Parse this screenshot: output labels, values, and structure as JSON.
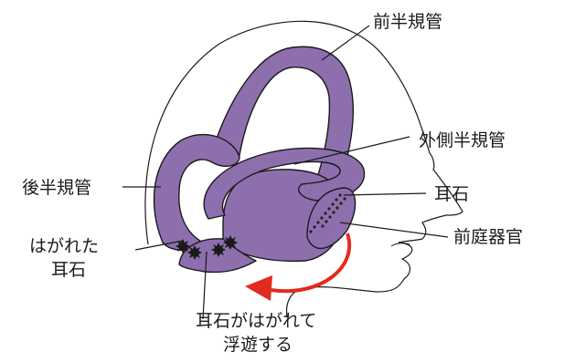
{
  "labels": {
    "anterior_canal": "前半規管",
    "lateral_canal": "外側半規管",
    "otolith": "耳石",
    "posterior_canal": "後半規管",
    "vestibule": "前庭器官",
    "detached_line1": "はがれた",
    "detached_line2": "耳石",
    "floating_line1": "耳石がはがれて",
    "floating_line2": "浮遊する"
  },
  "colors": {
    "canal_fill": "#8d6fae",
    "outline": "#1a1a1a",
    "arrow": "#e32a1f",
    "otolith_dots": "#222222",
    "background": "#ffffff"
  },
  "icons": {
    "otolith_particles": "star-burst",
    "otolith_dots": "dot-cluster",
    "movement_arrow": "curved-arrow"
  }
}
